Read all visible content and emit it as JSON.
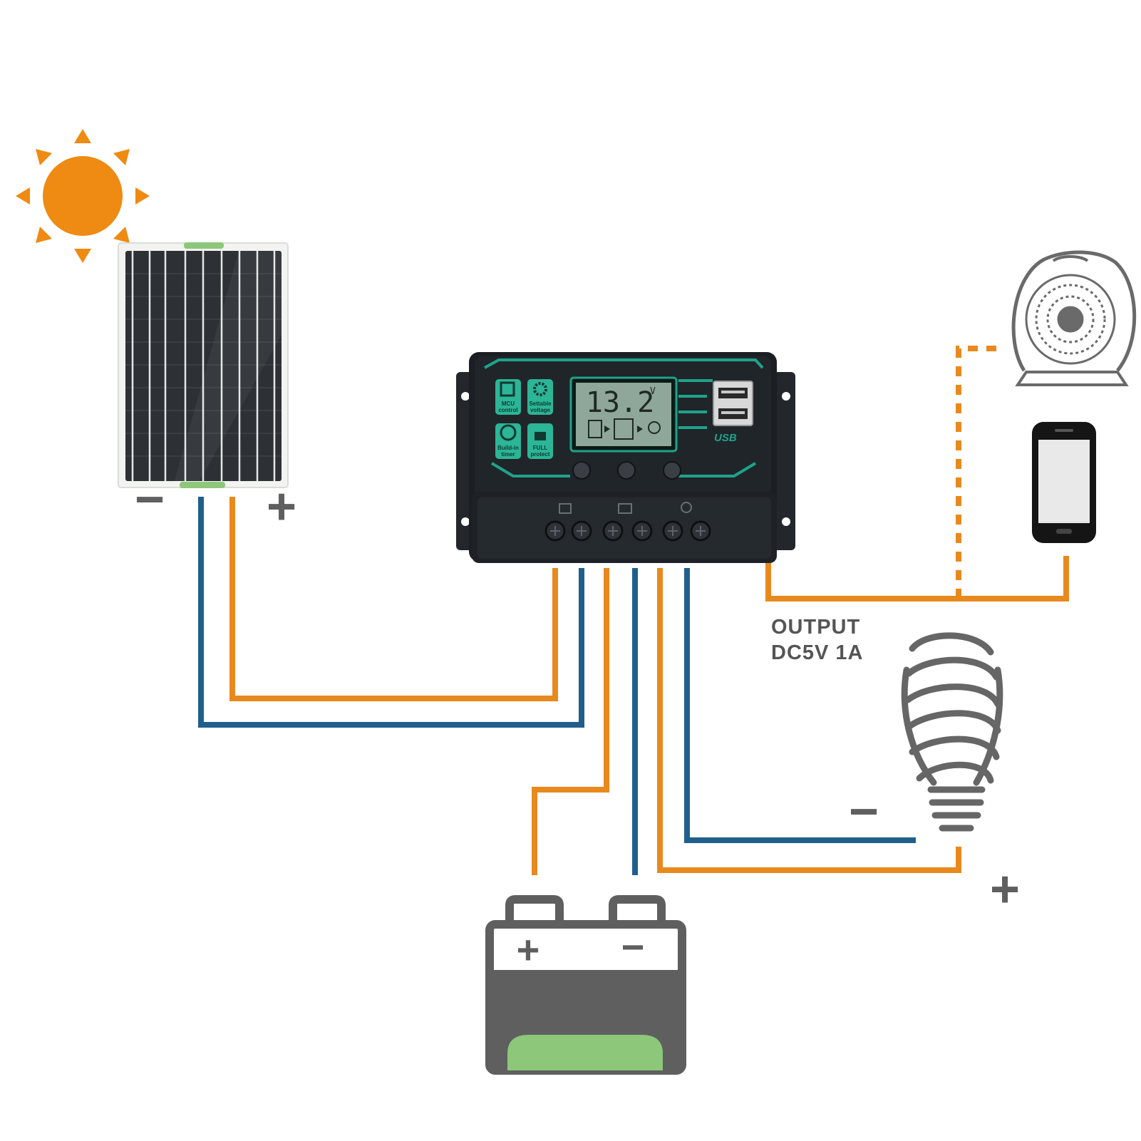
{
  "controller": {
    "lcd_reading": "13.2",
    "lcd_unit": "V",
    "badges": [
      {
        "line1": "MCU",
        "line2": "control"
      },
      {
        "line1": "Settable",
        "line2": "voltage"
      },
      {
        "line1": "Build-in",
        "line2": "timer"
      },
      {
        "line1": "FULL",
        "line2": "protect"
      }
    ],
    "usb_label": "USB"
  },
  "polarity": {
    "panel_negative": "−",
    "panel_positive": "+",
    "battery_positive": "+",
    "battery_negative": "−",
    "bulb_negative": "−",
    "bulb_positive": "+"
  },
  "output": {
    "line1": "OUTPUT",
    "line2": "DC5V 1A"
  },
  "colors": {
    "positive_wire": "#E8891E",
    "negative_wire": "#1F5F8B",
    "sun": "#EF8A12",
    "accent_green": "#8CC77A",
    "controller_teal": "#1FA38A",
    "symbol_gray": "#5F5F5F"
  },
  "icons": [
    "sun-icon",
    "solar-panel-icon",
    "charge-controller-icon",
    "fan-icon",
    "phone-icon",
    "bulb-icon",
    "battery-icon"
  ]
}
